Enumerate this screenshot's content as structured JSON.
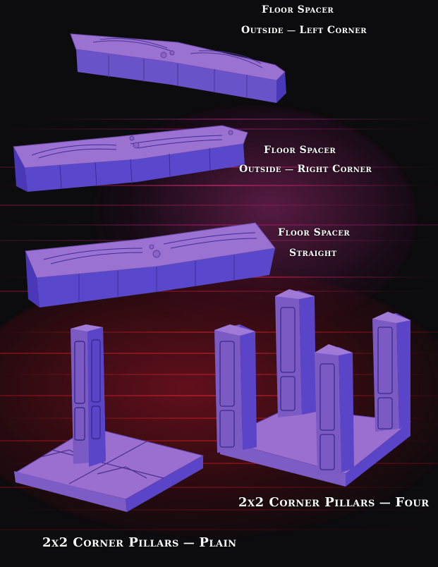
{
  "colors": {
    "background": "#0c0b0d",
    "magenta_band": "#7a1f5c",
    "red_band": "#b0182a",
    "model_top": "#9a6fd0",
    "model_side": "#5a45c9",
    "model_edge": "#3a2a8a",
    "label_text": "#ffffff"
  },
  "products": [
    {
      "id": "floor-spacer-left",
      "title": "Floor Spacer",
      "subtitle": "Outside ⏤ Left Corner"
    },
    {
      "id": "floor-spacer-right",
      "title": "Floor Spacer",
      "subtitle": "Outside ⏤ Right Corner"
    },
    {
      "id": "floor-spacer-straight",
      "title": "Floor Spacer",
      "subtitle": "Straight"
    },
    {
      "id": "pillars-four",
      "title": "2x2 Corner Pillars ⏤ Four"
    },
    {
      "id": "pillars-plain",
      "title": "2x2 Corner Pillars ⏤ Plain"
    }
  ]
}
